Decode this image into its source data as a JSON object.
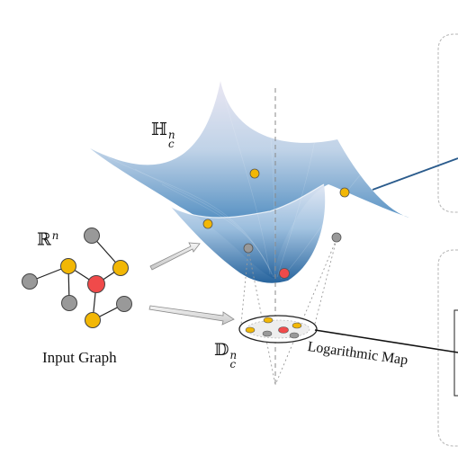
{
  "labels": {
    "hyperboloid_symbol": "ℍ",
    "hyperboloid_sub": "c",
    "hyperboloid_sup": "n",
    "euclid_symbol": "ℝ",
    "euclid_sup": "n",
    "disk_symbol": "𝔻",
    "disk_sub": "c",
    "disk_sup": "n",
    "input_graph": "Input Graph",
    "log_map": "Logarithmic Map"
  },
  "colors": {
    "node_yellow": "#f2b705",
    "node_gray": "#999999",
    "node_red": "#f04a4a",
    "surface_dark": "#1f5f9c",
    "surface_light": "#d9dff0",
    "arrow": "#8a8a8a",
    "panel_border": "#b5b5b5",
    "connector": "#2a5b8c"
  }
}
